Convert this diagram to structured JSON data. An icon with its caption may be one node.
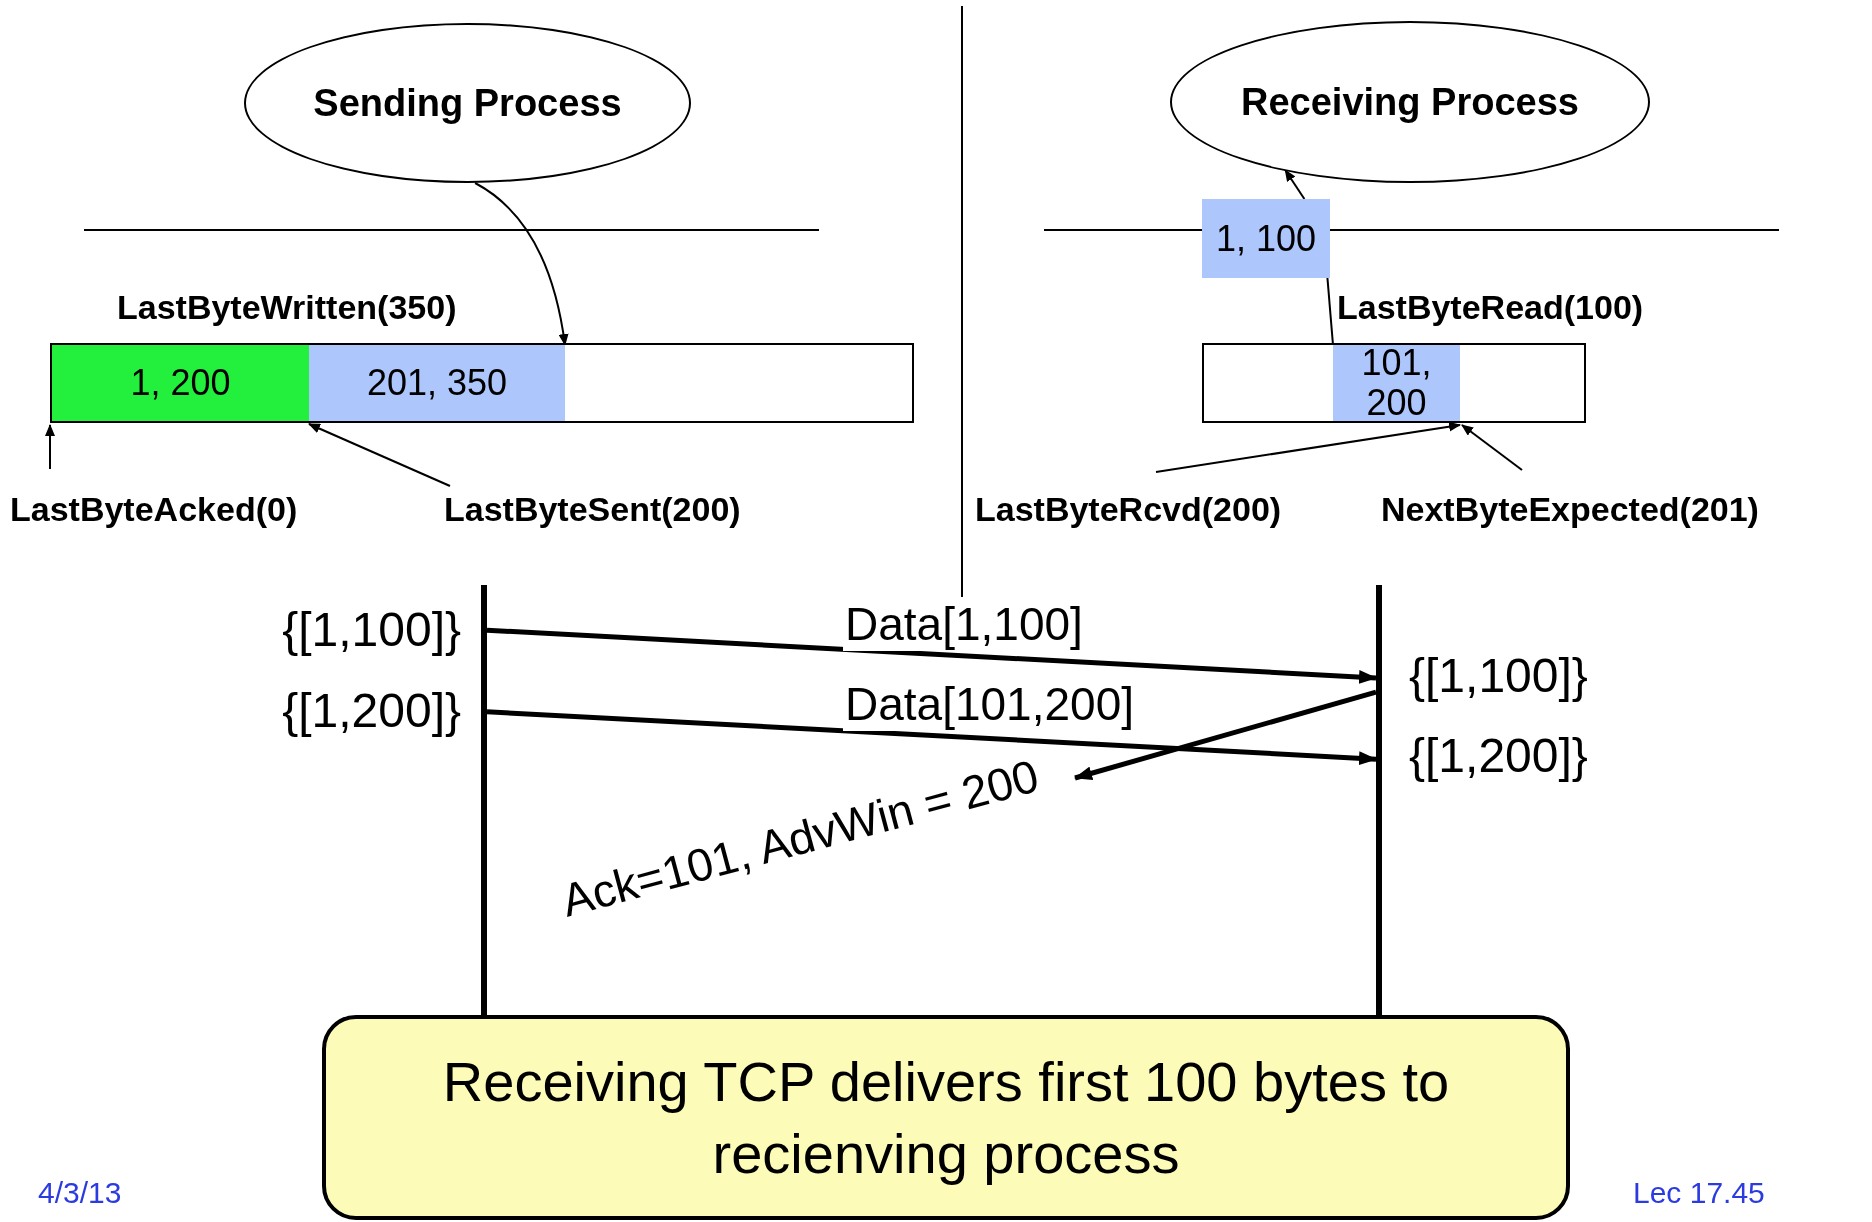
{
  "diagram": {
    "nodes": [
      {
        "text": [
          "Sending Process"
        ]
      },
      {
        "text": [
          "Receiving Process"
        ]
      },
      {
        "text": [
          "1, 100"
        ]
      },
      {
        "text": [],
        "shape": "box"
      },
      {
        "text": [
          "1, 200"
        ],
        "in": 3
      },
      {
        "text": [
          "201, 350"
        ],
        "in": 3
      },
      {
        "text": [],
        "shape": "box"
      },
      {
        "text": [
          "101, 200"
        ],
        "in": 6
      },
      {
        "text": [
          "LastByteAcked(0)"
        ]
      },
      {
        "text": [
          "LastByteSent(200)"
        ]
      },
      {
        "text": [
          "LastByteRcvd(200)"
        ]
      },
      {
        "text": [
          "NextByteExpected(201)"
        ]
      },
      {
        "text": [],
        "shape": "bar"
      },
      {
        "text": [],
        "shape": "bar"
      },
      {
        "text": [
          "Receiving TCP delivers first 100 bytes to recienving process"
        ]
      }
    ],
    "edges": [
      {
        "from": 0,
        "to": 5,
        "arrow": "to"
      },
      {
        "from": 7,
        "to": 2,
        "arrow": "none"
      },
      {
        "from": 2,
        "to": 1,
        "arrow": "to"
      },
      {
        "from": 8,
        "to": 4,
        "arrow": "to"
      },
      {
        "from": 9,
        "to": 4,
        "arrow": "to"
      },
      {
        "from": 10,
        "to": 7,
        "arrow": "to"
      },
      {
        "from": 11,
        "to": 7,
        "arrow": "to"
      },
      {
        "from": 12,
        "to": 13,
        "arrow": "to",
        "label": "Data[1,100]",
        "style": "thick"
      },
      {
        "from": 12,
        "to": 13,
        "arrow": "to",
        "label": "Data[101,200]",
        "style": "thick"
      },
      {
        "from": 13,
        "to": null,
        "arrow": "to",
        "label": "Ack=101, AdvWin = 200",
        "style": "thick"
      }
    ],
    "labels": [
      "LastByteWritten(350)",
      "LastByteRead(100)",
      "{[1,100]}",
      "{[1,200]}",
      "{[1,100]}",
      "{[1,200]}",
      "4/3/13",
      "Lec 17.45"
    ]
  }
}
